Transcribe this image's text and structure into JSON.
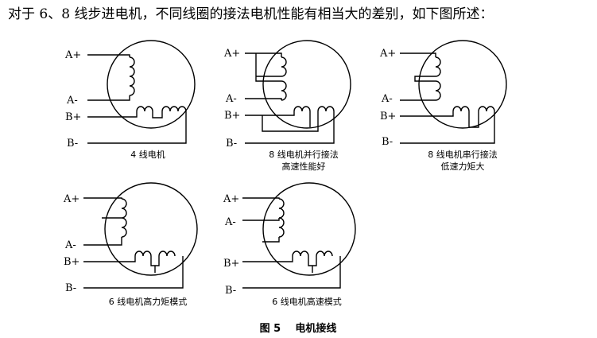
{
  "intro": "对于 6、8 线步进电机，不同线圈的接法电机性能有相当大的差别，如下图所述：",
  "terminals": {
    "a_plus": "A+",
    "a_minus": "A-",
    "b_plus": "B+",
    "b_minus": "B-"
  },
  "diagrams": [
    {
      "caption_lines": [
        "4 线电机"
      ]
    },
    {
      "caption_lines": [
        "8 线电机并行接法",
        "高速性能好"
      ]
    },
    {
      "caption_lines": [
        "8 线电机串行接法",
        "低速力矩大"
      ]
    },
    {
      "caption_lines": [
        "6 线电机高力矩模式"
      ]
    },
    {
      "caption_lines": [
        "6 线电机高速模式"
      ]
    }
  ],
  "figure_caption": "图 5    电机接线"
}
